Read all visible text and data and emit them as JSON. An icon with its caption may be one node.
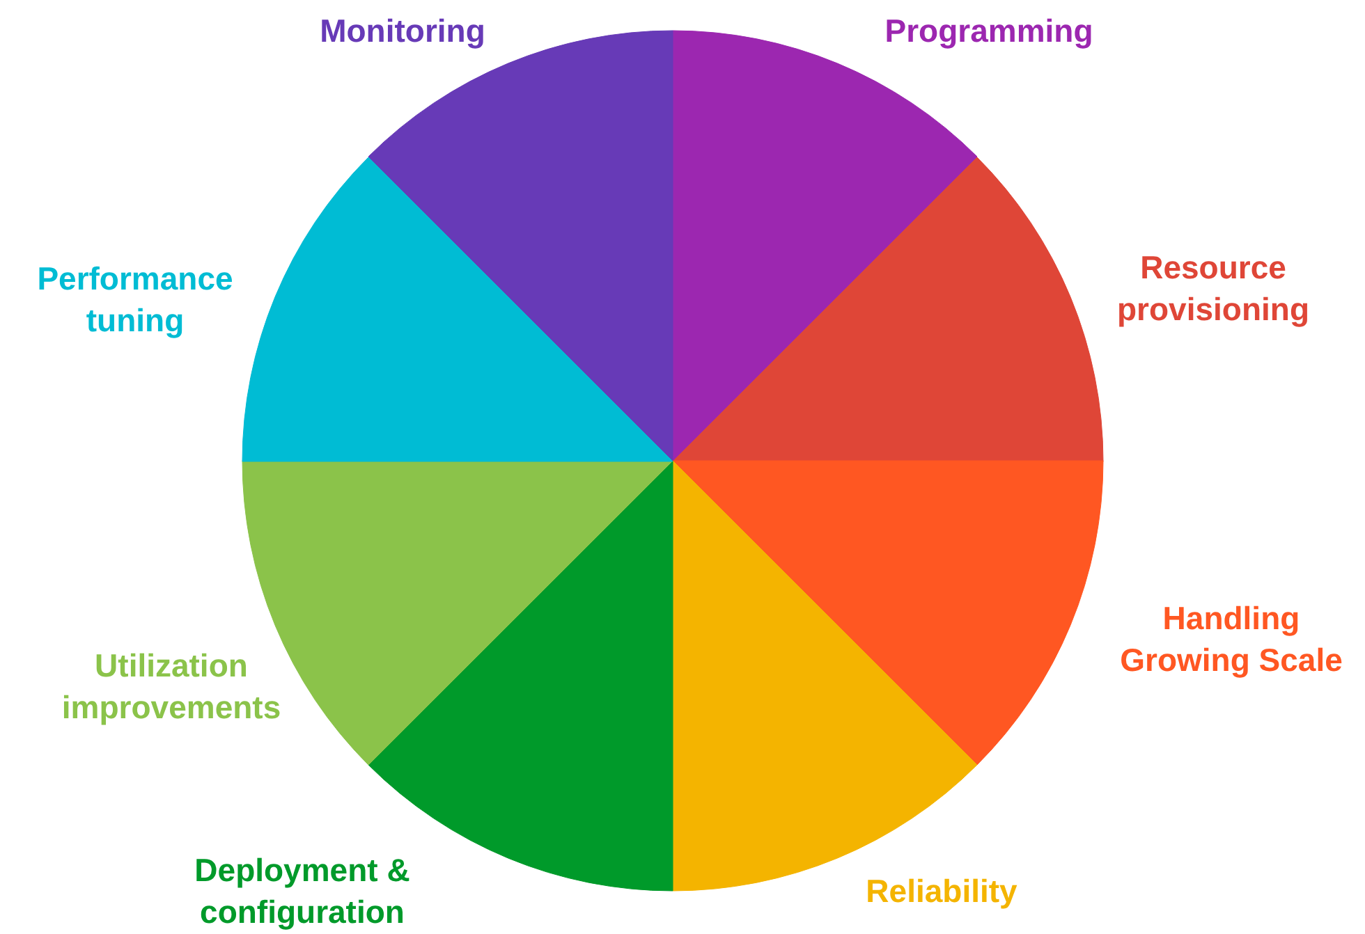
{
  "diagram": {
    "nodes": [
      {
        "text": [
          "Programming"
        ]
      },
      {
        "text": [
          "Resource provisioning"
        ]
      },
      {
        "text": [
          "Handling Growing Scale"
        ]
      },
      {
        "text": [
          "Reliability"
        ]
      },
      {
        "text": [
          "Deployment & configuration"
        ]
      },
      {
        "text": [
          "Utilization improvements"
        ]
      },
      {
        "text": [
          "Performance tuning"
        ]
      },
      {
        "text": [
          "Monitoring"
        ]
      }
    ]
  }
}
